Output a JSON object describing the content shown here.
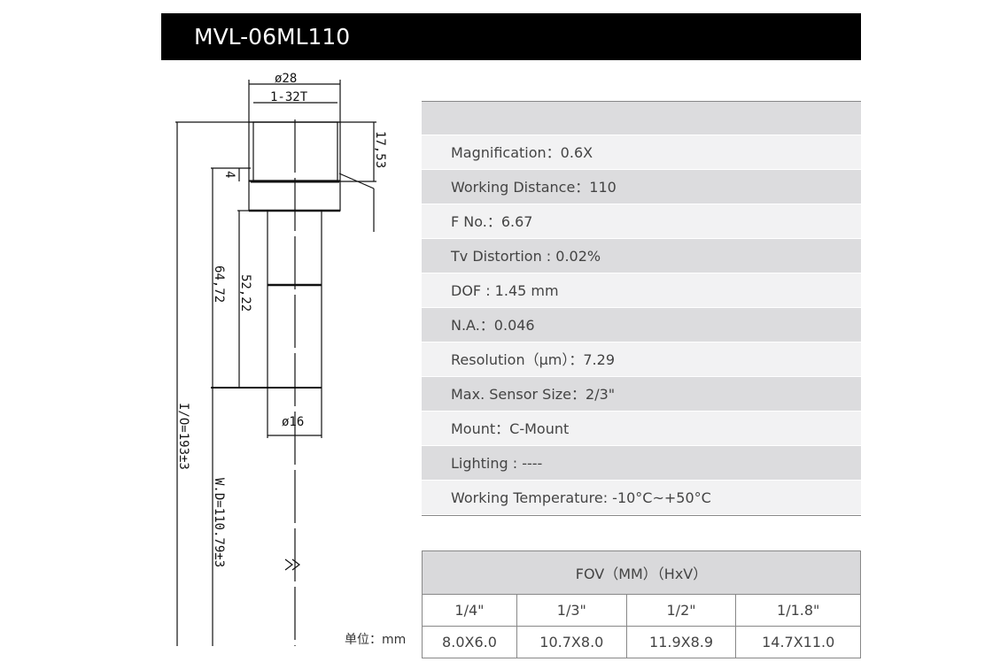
{
  "title": "MVL-06ML110",
  "drawing": {
    "d28": "ø28",
    "thread": "1-32T",
    "h1753": "17,53",
    "h4": "4",
    "l6472": "64,72",
    "l5222": "52,22",
    "d16": "ø16",
    "io": "I/O=193±3",
    "wd": "W.D=110.79±3",
    "unit": "单位：mm"
  },
  "specs": [
    "Magnification：0.6X",
    "Working Distance：110",
    "F No.：6.67",
    "Tv Distortion : 0.02%",
    "DOF : 1.45 mm",
    "N.A.：0.046",
    "Resolution（μm）：7.29",
    "Max. Sensor Size：2/3\"",
    "Mount：C-Mount",
    "Lighting : ----",
    "Working Temperature: -10°C~+50°C"
  ],
  "fov": {
    "header": "FOV（MM）（HxV）",
    "sizes": [
      "1/4\"",
      "1/3\"",
      "1/2\"",
      "1/1.8\""
    ],
    "values": [
      "8.0X6.0",
      "10.7X8.0",
      "11.9X8.9",
      "14.7X11.0"
    ]
  }
}
